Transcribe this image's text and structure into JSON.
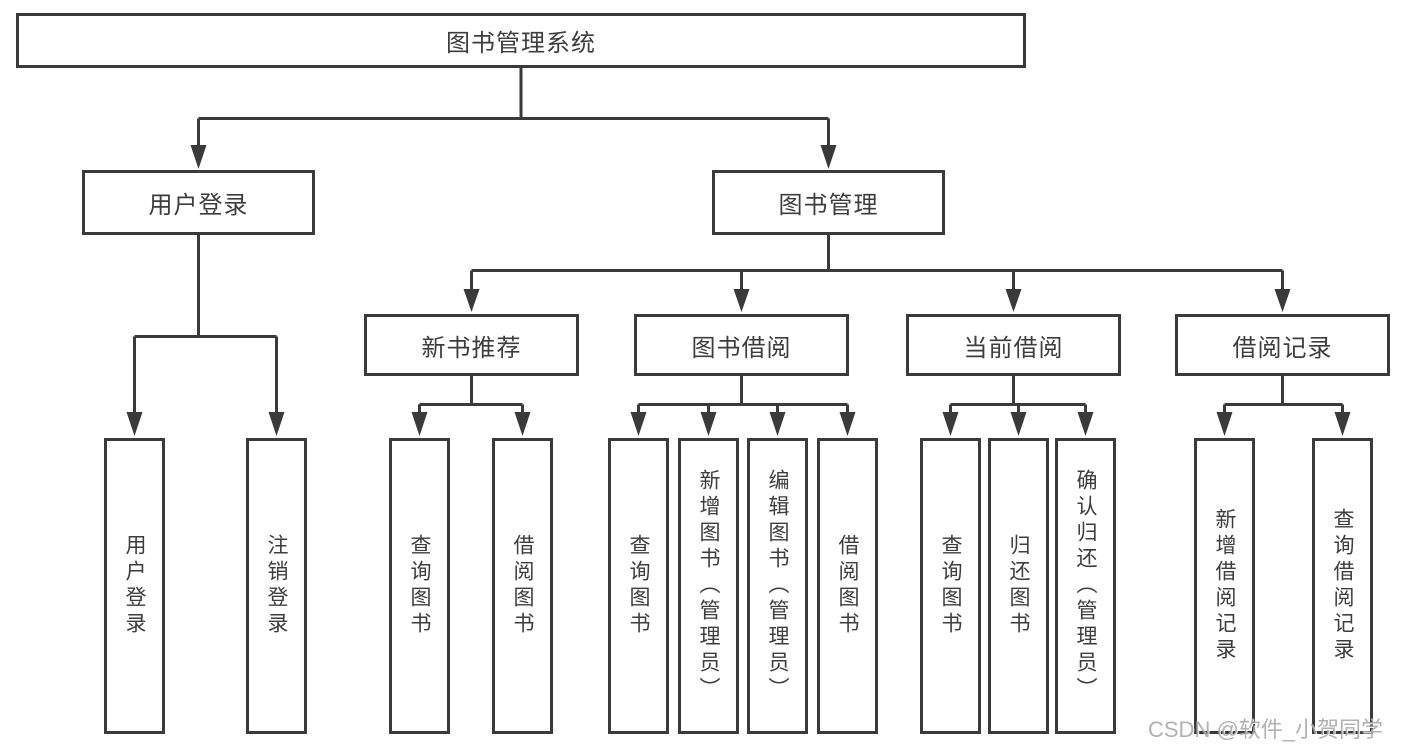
{
  "diagram": {
    "root": {
      "label": "图书管理系统"
    },
    "branches": [
      {
        "label": "用户登录",
        "children": [
          {
            "label": "用户登录"
          },
          {
            "label": "注销登录"
          }
        ]
      },
      {
        "label": "图书管理",
        "children": [
          {
            "label": "新书推荐",
            "children": [
              {
                "label": "查询图书"
              },
              {
                "label": "借阅图书"
              }
            ]
          },
          {
            "label": "图书借阅",
            "children": [
              {
                "label": "查询图书"
              },
              {
                "label": "新增图书（管理员）"
              },
              {
                "label": "编辑图书（管理员）"
              },
              {
                "label": "借阅图书"
              }
            ]
          },
          {
            "label": "当前借阅",
            "children": [
              {
                "label": "查询图书"
              },
              {
                "label": "归还图书"
              },
              {
                "label": "确认归还（管理员）"
              }
            ]
          },
          {
            "label": "借阅记录",
            "children": [
              {
                "label": "新增借阅记录"
              },
              {
                "label": "查询借阅记录"
              }
            ]
          }
        ]
      }
    ]
  },
  "colors": {
    "line": "#3a3a3a",
    "text": "#3d3d3d",
    "watermark": "#a9a9a9"
  },
  "watermark": {
    "text": "CSDN @软件_小贺同学"
  }
}
